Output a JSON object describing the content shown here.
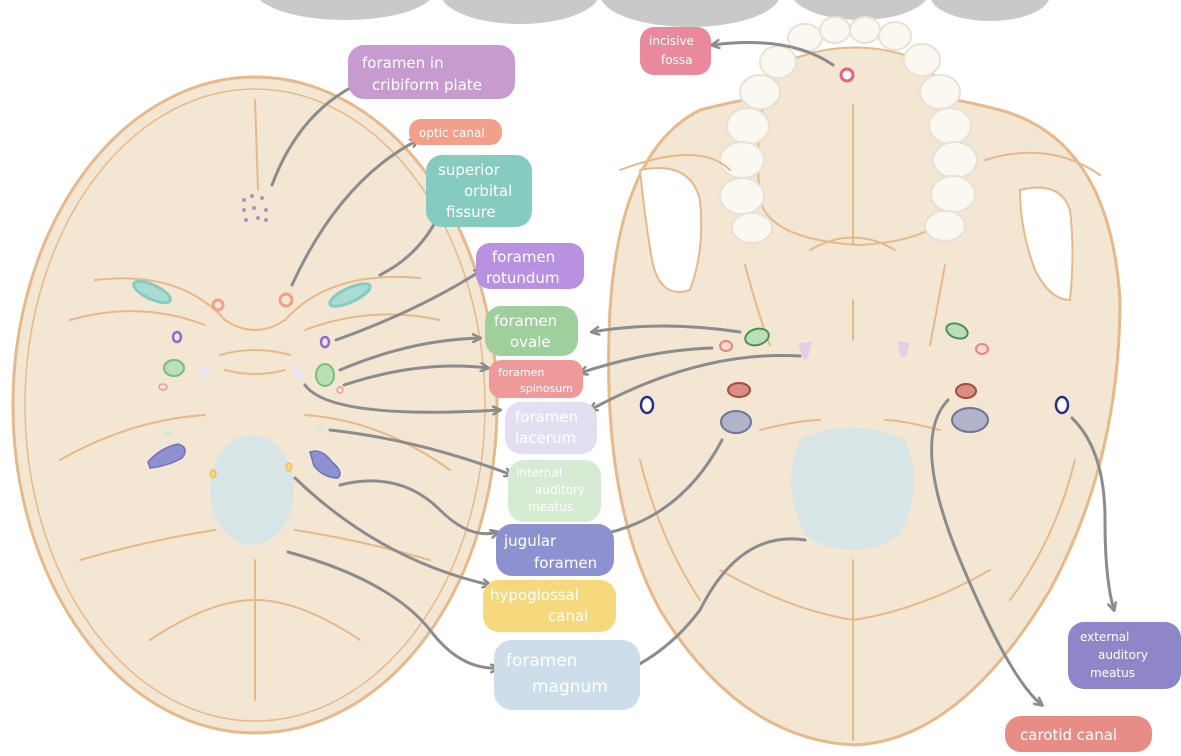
{
  "labels": {
    "cribriform": [
      "foramen in",
      "cribiform plate"
    ],
    "optic": "optic canal",
    "superior_orbital": [
      "superior",
      "orbital",
      "fissure"
    ],
    "rotundum": [
      "foramen",
      "rotundum"
    ],
    "ovale": [
      "foramen",
      "ovale"
    ],
    "spinosum": [
      "foramen",
      "spinosum"
    ],
    "lacerum": [
      "foramen",
      "lacerum"
    ],
    "internal_auditory": [
      "internal",
      "auditory",
      "meatus"
    ],
    "jugular": [
      "jugular",
      "foramen"
    ],
    "hypoglossal": [
      "hypoglossal",
      "canal"
    ],
    "magnum": [
      "foramen",
      "magnum"
    ],
    "incisive": [
      "incisive",
      "fossa"
    ],
    "external_auditory": [
      "external",
      "auditory",
      "meatus"
    ],
    "carotid": "carotid canal"
  },
  "colors": {
    "bone_fill": "#f3e6d3",
    "bone_outline": "#e6b98a",
    "fossa_fill": "#d7e5e6",
    "arrow": "#8c8c8c",
    "cribriform": "#c79bd0",
    "optic": "#f2a089",
    "superior_orbital": "#86cbbf",
    "rotundum": "#b892e0",
    "ovale": "#9fcf9c",
    "spinosum": "#ef9a9a",
    "lacerum": "#e4dff0",
    "internal_auditory": "#d6ecd2",
    "jugular": "#8e91cf",
    "hypoglossal": "#f6d87d",
    "magnum": "#cddde9",
    "incisive": "#e88a9c",
    "external_auditory": "#8e86c9",
    "carotid": "#e88c86"
  }
}
